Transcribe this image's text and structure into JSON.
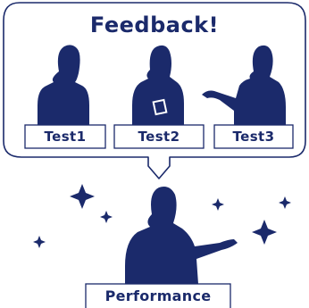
{
  "bubble": {
    "title": "Feedback!",
    "reviewers": [
      {
        "label": "Test1"
      },
      {
        "label": "Test2"
      },
      {
        "label": "Test3"
      }
    ]
  },
  "presenter": {
    "label": "Performance"
  },
  "colors": {
    "ink": "#1b2a6b",
    "background": "#ffffff"
  },
  "icons": [
    "sparkle-icon",
    "down-arrow-icon"
  ]
}
